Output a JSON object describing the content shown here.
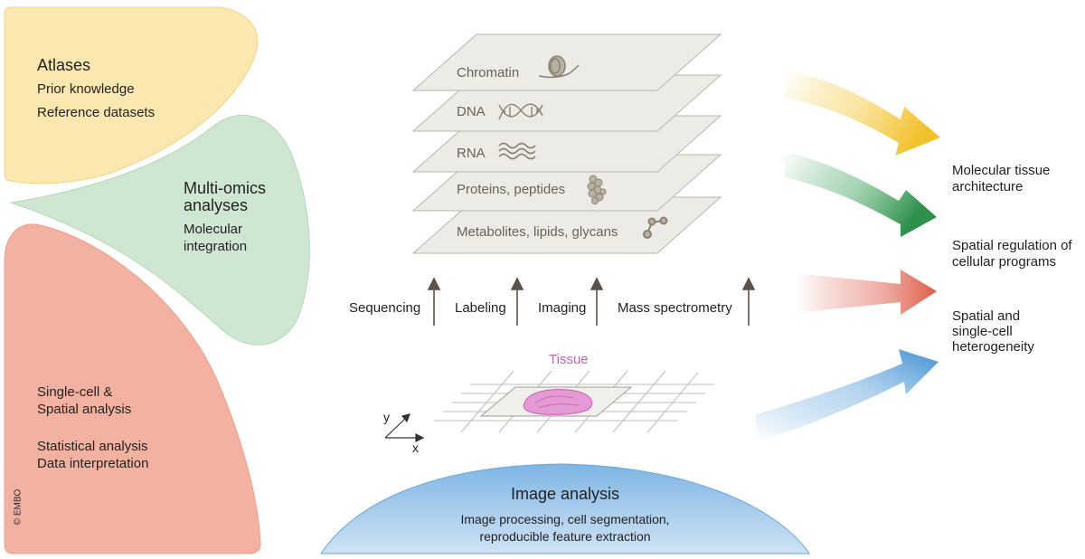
{
  "atlases": {
    "title": "Atlases",
    "line1": "Prior knowledge",
    "line2": "Reference datasets"
  },
  "multiomics": {
    "title_line1": "Multi-omics",
    "title_line2": "analyses",
    "line1": "Molecular",
    "line2": "integration"
  },
  "singlecell": {
    "line1": "Single-cell &",
    "line2": "Spatial analysis",
    "line3": "Statistical analysis",
    "line4": "Data interpretation"
  },
  "copyright": "© EMBO",
  "layers": [
    {
      "label": "Chromatin",
      "icon": "chromatin-icon"
    },
    {
      "label": "DNA",
      "icon": "dna-helix-icon"
    },
    {
      "label": "RNA",
      "icon": "rna-wave-icon"
    },
    {
      "label": "Proteins, peptides",
      "icon": "protein-icon"
    },
    {
      "label": "Metabolites, lipids, glycans",
      "icon": "metabolite-molecule-icon"
    }
  ],
  "methods": [
    "Sequencing",
    "Labeling",
    "Imaging",
    "Mass spectrometry"
  ],
  "tissue": {
    "label": "Tissue",
    "axis_x": "x",
    "axis_y": "y"
  },
  "image_analysis": {
    "title": "Image analysis",
    "line1": "Image processing, cell segmentation,",
    "line2": "reproducible feature extraction"
  },
  "outputs": {
    "out1_line1": "Molecular tissue",
    "out1_line2": "architecture",
    "out2_line1": "Spatial regulation of",
    "out2_line2": "cellular programs",
    "out3_line1": "Spatial and",
    "out3_line2": "single-cell",
    "out3_line3": "heterogeneity"
  },
  "colors": {
    "atlases_fill": "#fbe7b0",
    "multiomics_fill": "#cfe6d2",
    "singlecell_fill": "#f3b2a1",
    "image_analysis_fill": "#a9cdea",
    "layer_fill": "#ecebe5",
    "arrow_yellow": "#f2c12e",
    "arrow_green": "#3a9a57",
    "arrow_red": "#e2705e",
    "arrow_blue": "#4e9ad6",
    "tissue_pink": "#d25cb5"
  }
}
